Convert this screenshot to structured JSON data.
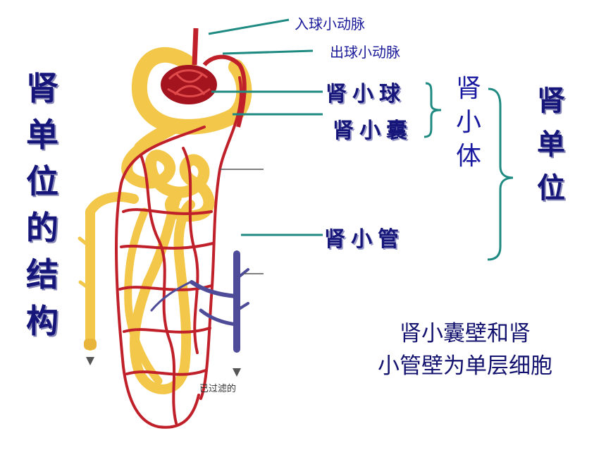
{
  "left_title": [
    "肾",
    "单",
    "位",
    "的",
    "结",
    "构"
  ],
  "labels": {
    "afferent_arteriole": "入球小动脉",
    "efferent_arteriole": "出球小动脉",
    "glomerulus": "肾小球",
    "bowman_capsule": "肾小囊",
    "renal_tubule": "肾小管",
    "filtered": "已过滤的"
  },
  "group_middle": [
    "肾",
    "小",
    "体"
  ],
  "group_right": [
    "肾",
    "单",
    "位"
  ],
  "note_lines": [
    "肾小囊壁和肾",
    "小管壁为单层细胞"
  ],
  "colors": {
    "artery_red": "#c0202a",
    "tubule_yellow": "#f3c84a",
    "vein_blue": "#4e4c98",
    "pointer_teal": "#1f8a82",
    "title_navy": "#15157a"
  }
}
